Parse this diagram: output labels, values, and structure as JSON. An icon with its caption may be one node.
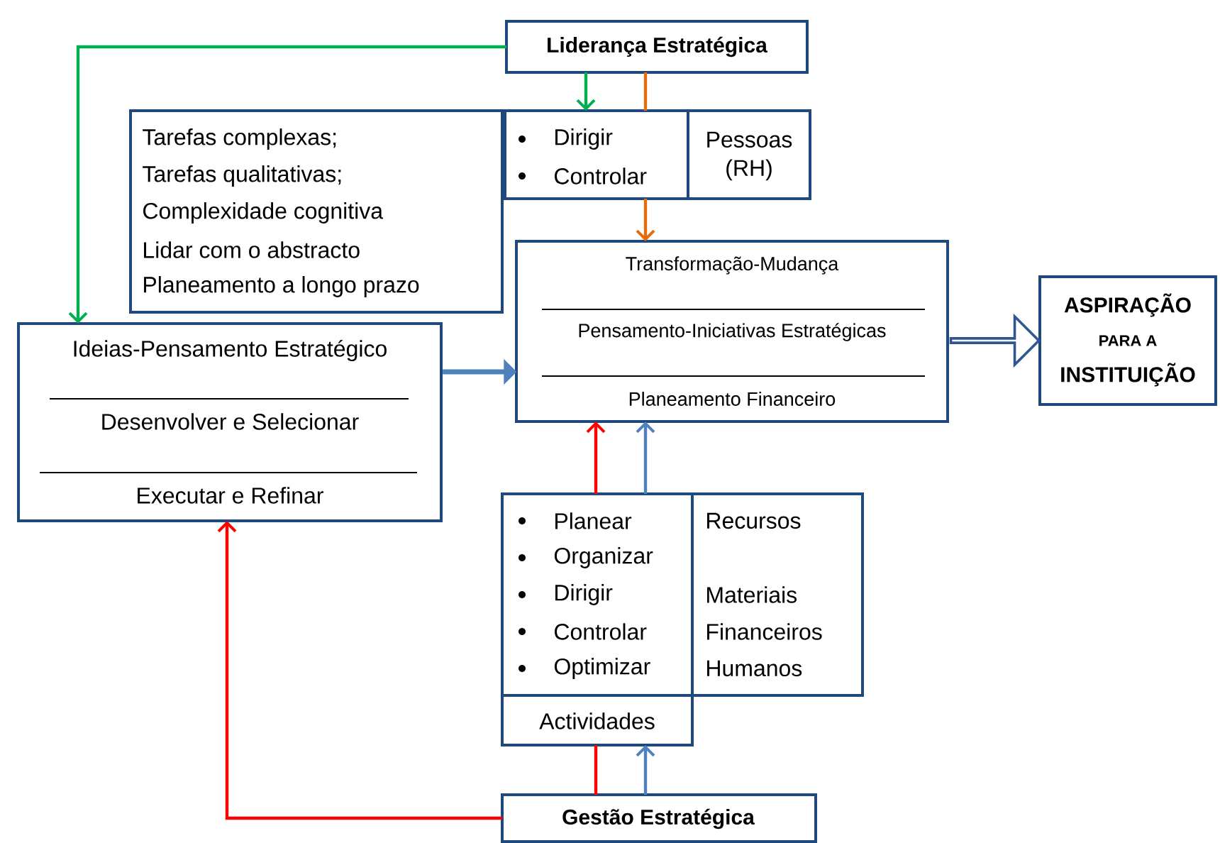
{
  "diagram": {
    "nodes": [
      {
        "text": [
          "Liderança Estratégica"
        ]
      },
      {
        "text": [
          "Tarefas complexas;",
          "Tarefas qualitativas;",
          "Complexidade cognitiva",
          "Lidar com o abstracto",
          "Planeamento a longo prazo"
        ]
      },
      {
        "text": [
          "Dirigir",
          "Controlar"
        ]
      },
      {
        "text": [
          "Pessoas (RH)"
        ]
      },
      {
        "text": [
          "Transformação-Mudança",
          "Pensamento-Iniciativas Estratégicas",
          "Planeamento Financeiro"
        ]
      },
      {
        "text": [
          "ASPIRAÇÃO",
          "PARA A",
          "INSTITUIÇÃO"
        ]
      },
      {
        "text": [
          "Ideias-Pensamento Estratégico",
          "Desenvolver e Selecionar",
          "Executar e Refinar"
        ]
      },
      {
        "text": [
          "Planear",
          "Organizar",
          "Dirigir",
          "Controlar",
          "Optimizar"
        ]
      },
      {
        "text": [
          "Recursos",
          "Materiais",
          "Financeiros",
          "Humanos"
        ]
      },
      {
        "text": [
          "Actividades"
        ]
      },
      {
        "text": [
          "Gestão Estratégica"
        ]
      }
    ],
    "edges": [
      {
        "from": 0,
        "to": 6,
        "arrow": "to",
        "color": "#00b050"
      },
      {
        "from": 0,
        "to": 2,
        "arrow": "to",
        "color": "#00b050"
      },
      {
        "from": 0,
        "to": 2,
        "arrow": "none",
        "color": "#e46c0a"
      },
      {
        "from": 2,
        "to": 4,
        "arrow": "to",
        "color": "#e46c0a"
      },
      {
        "from": 6,
        "to": 4,
        "arrow": "to",
        "style": "thick",
        "color": "#4f81bd"
      },
      {
        "from": 4,
        "to": 5,
        "arrow": "to",
        "style": "thick",
        "color": "#2f5597"
      },
      {
        "from": 10,
        "to": 9,
        "arrow": "none",
        "color": "#ff0000"
      },
      {
        "from": 7,
        "to": 4,
        "arrow": "to",
        "color": "#ff0000"
      },
      {
        "from": 10,
        "to": 9,
        "arrow": "to",
        "color": "#4f81bd"
      },
      {
        "from": 7,
        "to": 4,
        "arrow": "to",
        "color": "#4f81bd"
      },
      {
        "from": 10,
        "to": 6,
        "arrow": "to",
        "color": "#ff0000"
      }
    ]
  }
}
